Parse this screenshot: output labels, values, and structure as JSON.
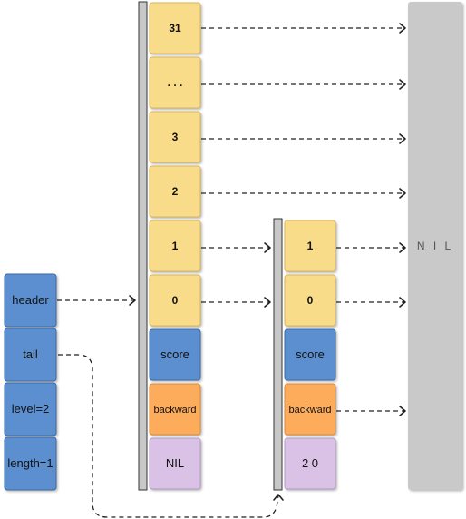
{
  "struct": {
    "header": "header",
    "tail": "tail",
    "level": "level=2",
    "length": "length=1"
  },
  "node1": {
    "levels": [
      "31",
      ". . .",
      "3",
      "2",
      "1",
      "0"
    ],
    "score": "score",
    "backward": "backward",
    "value": "NIL"
  },
  "node2": {
    "levels": [
      "1",
      "0"
    ],
    "score": "score",
    "backward": "backward",
    "value": "2 0"
  },
  "nil_column": "N I L",
  "colors": {
    "level_fill": "#f9dc8a",
    "blue_fill": "#5c8fd0",
    "orange_fill": "#fdac5c",
    "purple_fill": "#d9c2e6",
    "nil_fill": "#c9c9c9",
    "bar_fill": "#c8c8c8"
  }
}
